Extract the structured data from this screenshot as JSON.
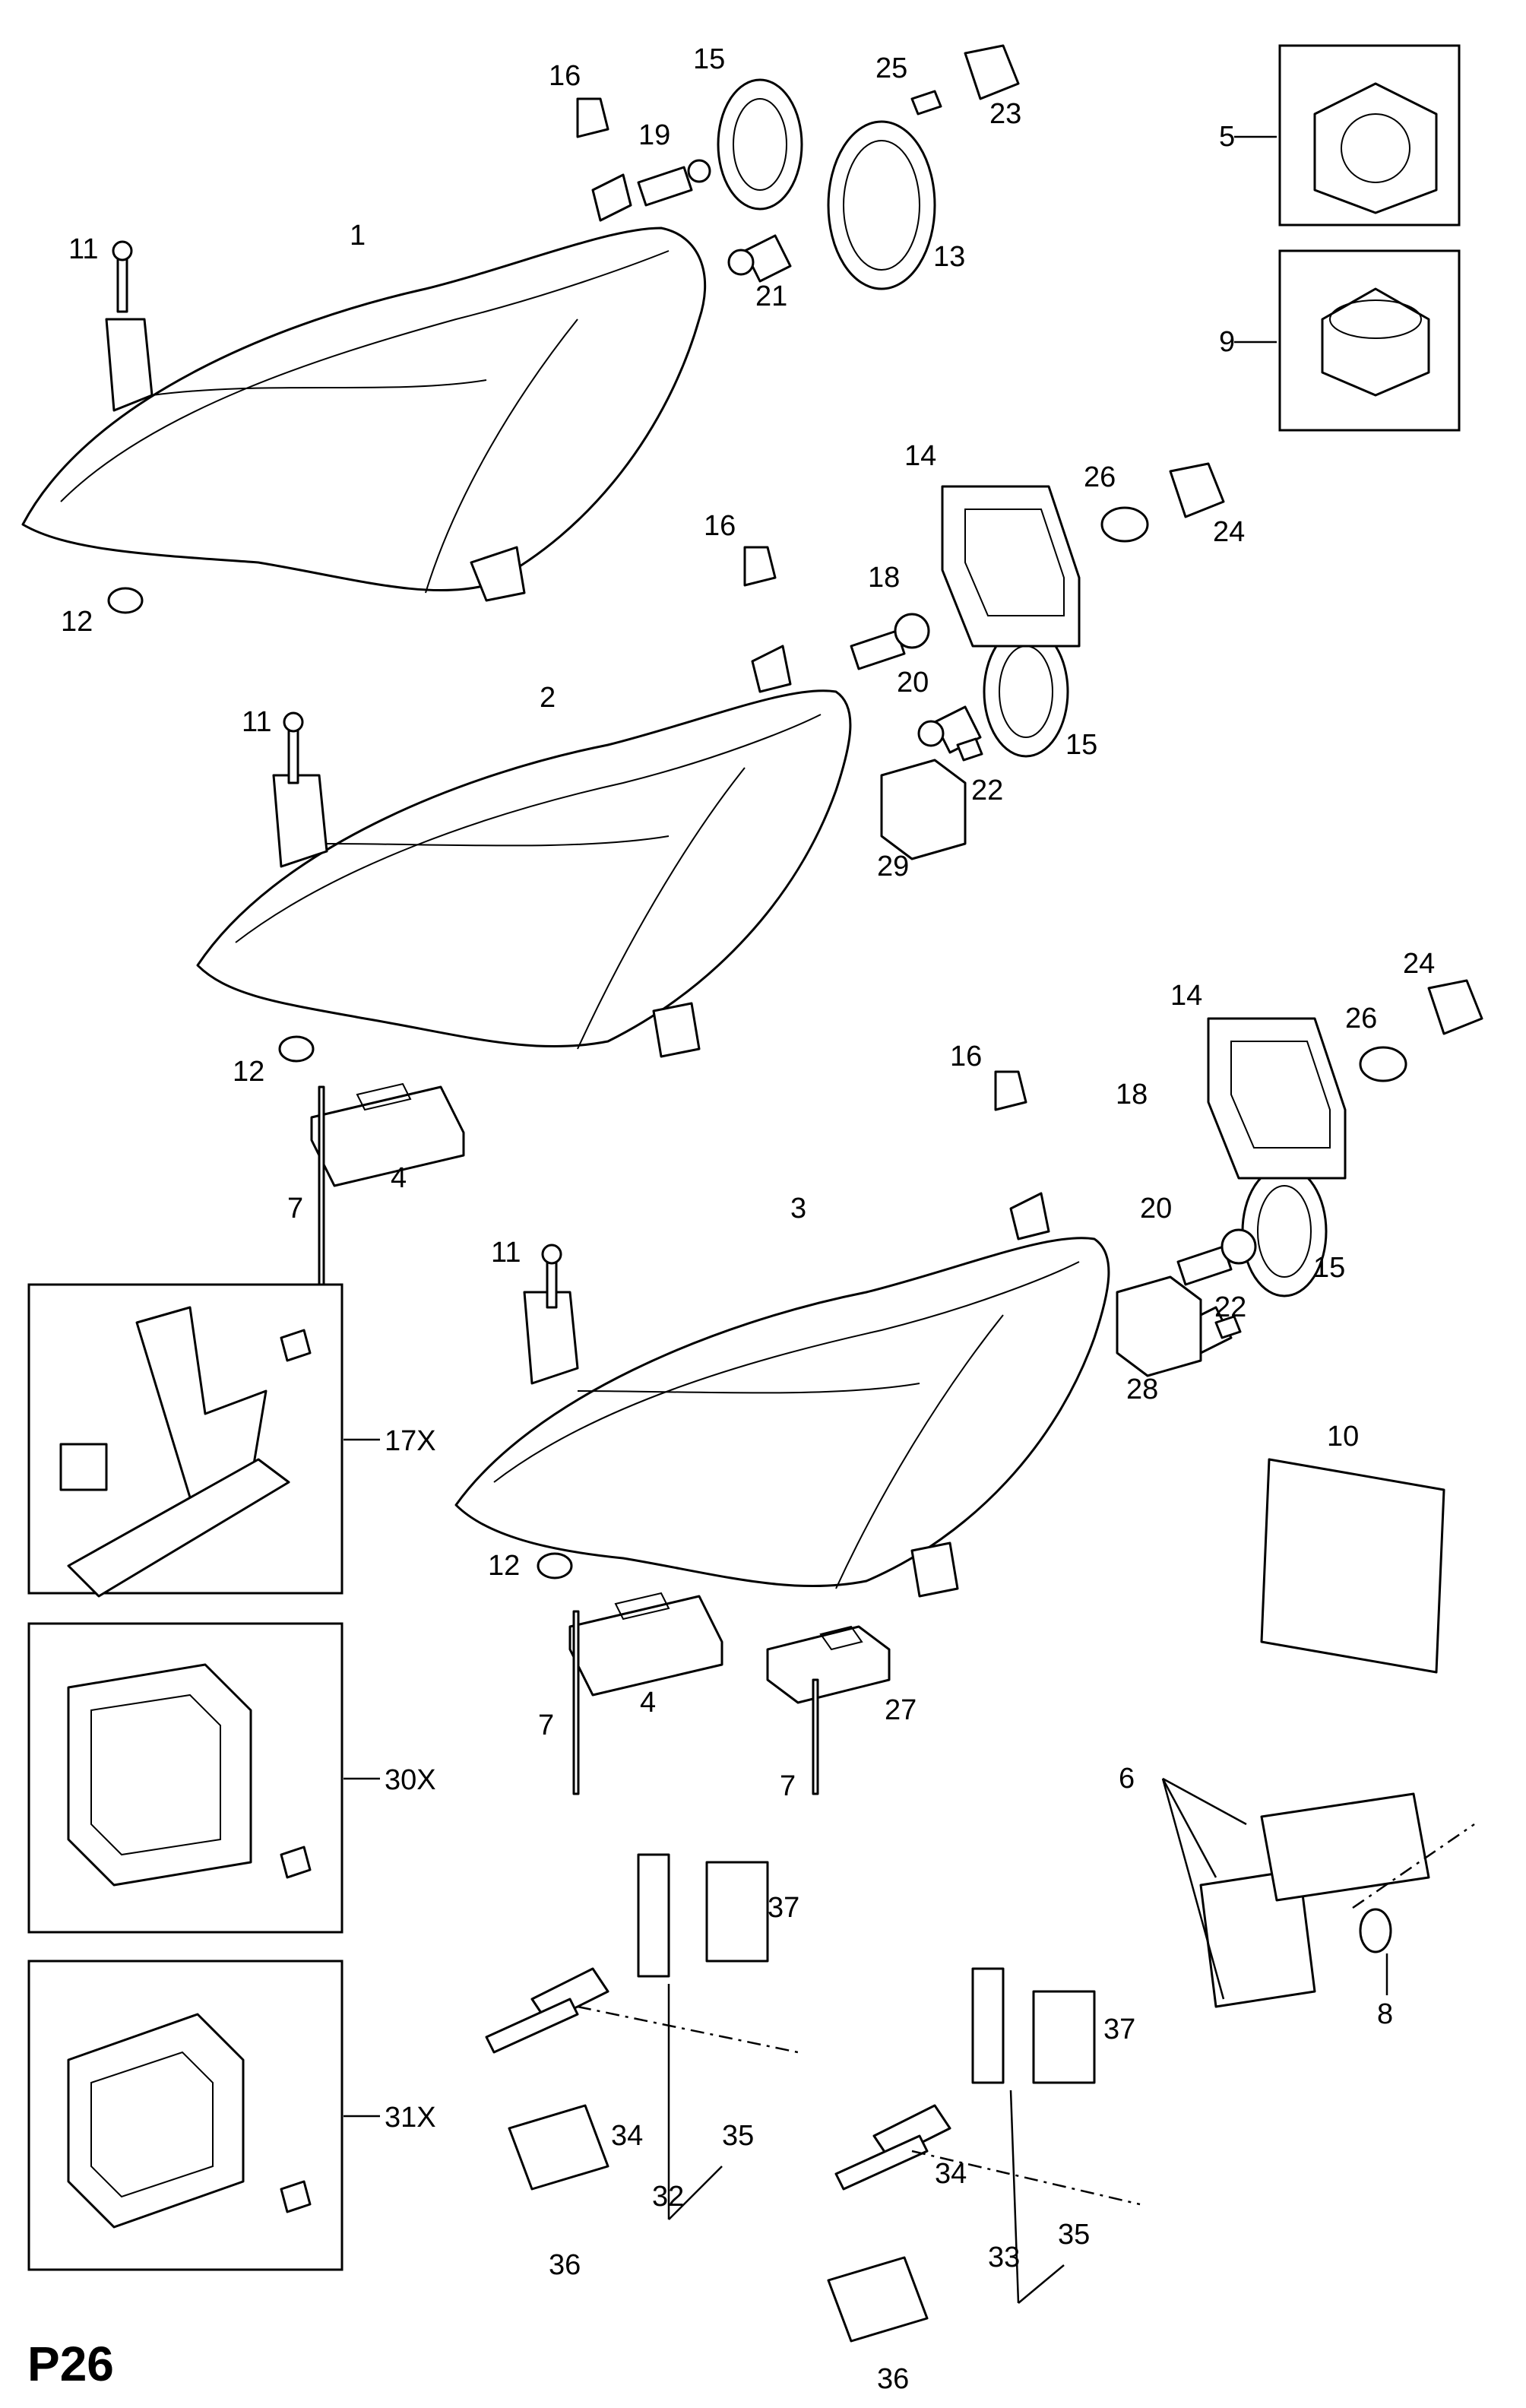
{
  "page_code": "P26",
  "callouts": {
    "c1": "1",
    "c2": "2",
    "c3": "3",
    "c4a": "4",
    "c4b": "4",
    "c5": "5",
    "c6": "6",
    "c7a": "7",
    "c7b": "7",
    "c7c": "7",
    "c8": "8",
    "c9": "9",
    "c10": "10",
    "c11a": "11",
    "c11b": "11",
    "c11c": "11",
    "c12a": "12",
    "c12b": "12",
    "c12c": "12",
    "c13": "13",
    "c14a": "14",
    "c14b": "14",
    "c15a": "15",
    "c15b": "15",
    "c15c": "15",
    "c16a": "16",
    "c16b": "16",
    "c16c": "16",
    "c18a": "18",
    "c18b": "18",
    "c19": "19",
    "c20a": "20",
    "c20b": "20",
    "c21": "21",
    "c22a": "22",
    "c22b": "22",
    "c23": "23",
    "c24a": "24",
    "c24b": "24",
    "c25": "25",
    "c26a": "26",
    "c26b": "26",
    "c27": "27",
    "c28": "28",
    "c29": "29",
    "c32": "32",
    "c33": "33",
    "c34a": "34",
    "c34b": "34",
    "c35a": "35",
    "c35b": "35",
    "c36a": "36",
    "c36b": "36",
    "c37a": "37",
    "c37b": "37"
  },
  "kits": {
    "k17": "17X",
    "k30": "30X",
    "k31": "31X"
  }
}
